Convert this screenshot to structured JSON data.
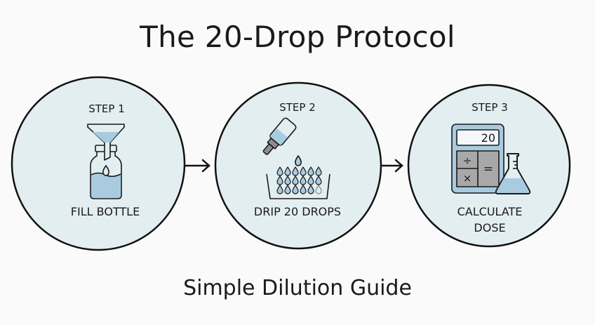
{
  "title": "The 20-Drop Protocol",
  "subtitle": "Simple Dilution Guide",
  "colors": {
    "circle_fill": "#e3eef1",
    "stroke": "#111111",
    "liquid": "#a9cbe0",
    "gray_key": "#a8a8a8",
    "background": "#fafafa"
  },
  "steps": [
    {
      "step_label": "STEP 1",
      "caption": "FILL BOTTLE",
      "icon": "bottle-funnel-icon"
    },
    {
      "step_label": "STEP 2",
      "caption": "DRIP 20 DROPS",
      "icon": "dropper-drops-icon"
    },
    {
      "step_label": "STEP 3",
      "caption_line1": "CALCULATE",
      "caption_line2": "DOSE",
      "icon": "calculator-flask-icon",
      "calculator_display": "20",
      "calculator_keys": [
        "÷",
        "=",
        "×"
      ]
    }
  ],
  "arrows": [
    "arrow-right-icon",
    "arrow-right-icon"
  ]
}
